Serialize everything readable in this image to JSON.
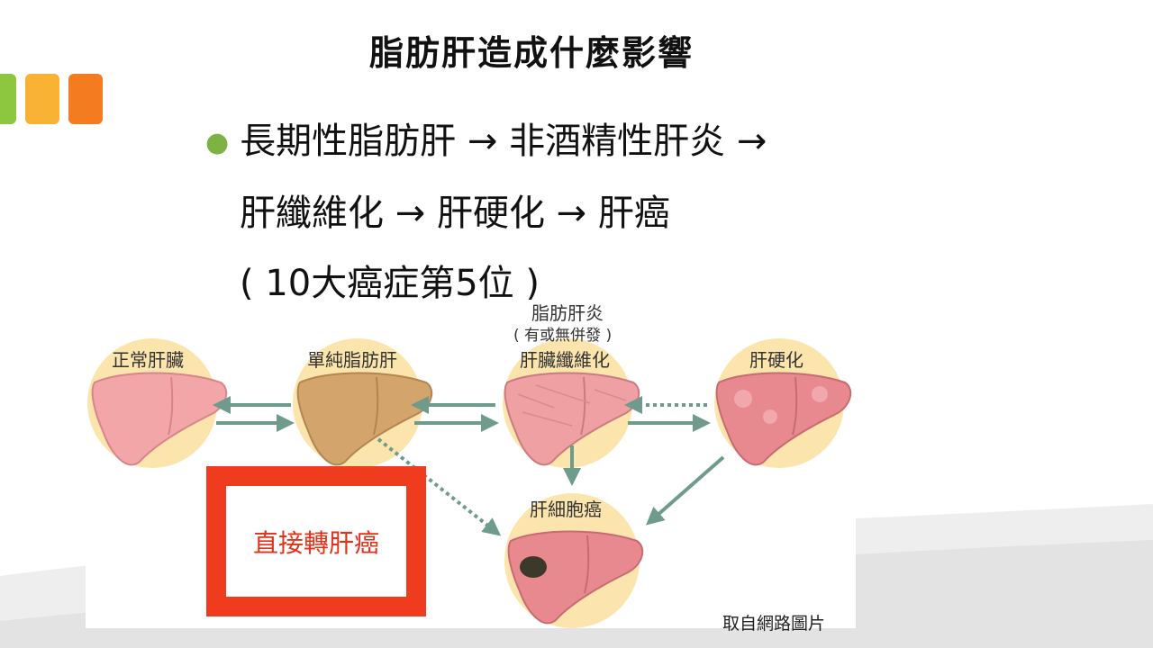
{
  "slide": {
    "title": "脂肪肝造成什麼影響",
    "bullet_line1": "長期性脂肪肝 → 非酒精性肝炎 →",
    "bullet_line2": "肝纖維化 → 肝硬化 → 肝癌",
    "bullet_line3": "( 10大癌症第5位 )"
  },
  "figure": {
    "stage_normal": "正常肝臟",
    "stage_fatty": "單純脂肪肝",
    "stage_hepatitis_1": "脂肪肝炎",
    "stage_hepatitis_2": "( 有或無併發 )",
    "stage_hepatitis_3": "肝臟纖維化",
    "stage_cirrhosis": "肝硬化",
    "stage_cancer": "肝細胞癌",
    "highlight_text": "直接轉肝癌",
    "credit": "取自網路圖片"
  },
  "colors": {
    "accent_green": "#8dc63f",
    "accent_yellow": "#f9b233",
    "accent_orange": "#f47b20",
    "arrow": "#6f9b8c",
    "circle_bg": "#fbe5ad",
    "highlight_red": "#ef3b1e"
  }
}
